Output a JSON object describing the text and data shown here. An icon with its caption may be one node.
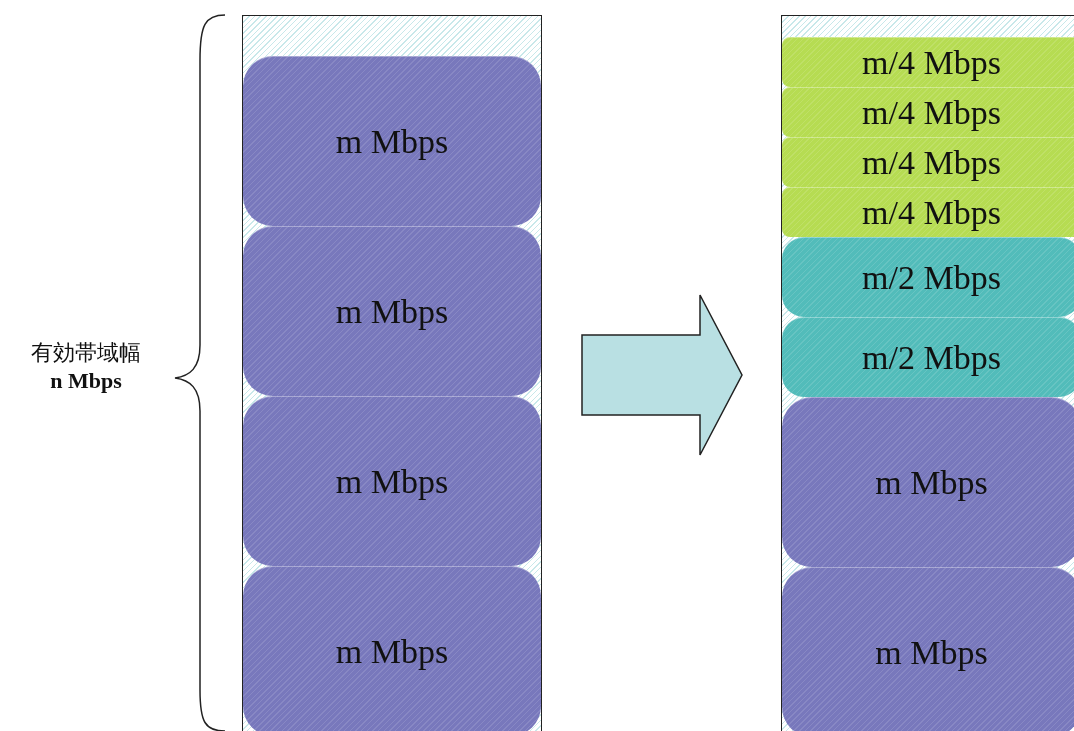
{
  "diagram": {
    "nodes": [
      {
        "text": [],
        "shape": "box"
      },
      {
        "text": [
          "m Mbps"
        ],
        "in": 0
      },
      {
        "text": [
          "m Mbps"
        ],
        "in": 0
      },
      {
        "text": [
          "m Mbps"
        ],
        "in": 0
      },
      {
        "text": [
          "m Mbps"
        ],
        "in": 0
      },
      {
        "text": [],
        "shape": "box"
      },
      {
        "text": [
          "m/4 Mbps"
        ],
        "in": 5
      },
      {
        "text": [
          "m/4 Mbps"
        ],
        "in": 5
      },
      {
        "text": [
          "m/4 Mbps"
        ],
        "in": 5
      },
      {
        "text": [
          "m/4 Mbps"
        ],
        "in": 5
      },
      {
        "text": [
          "m/2 Mbps"
        ],
        "in": 5
      },
      {
        "text": [
          "m/2 Mbps"
        ],
        "in": 5
      },
      {
        "text": [
          "m Mbps"
        ],
        "in": 5
      },
      {
        "text": [
          "m Mbps"
        ],
        "in": 5
      }
    ],
    "edges": [
      {
        "from": 0,
        "to": 5,
        "arrow": "to"
      }
    ],
    "labels": [
      "有効帯域幅",
      "n Mbps"
    ]
  }
}
